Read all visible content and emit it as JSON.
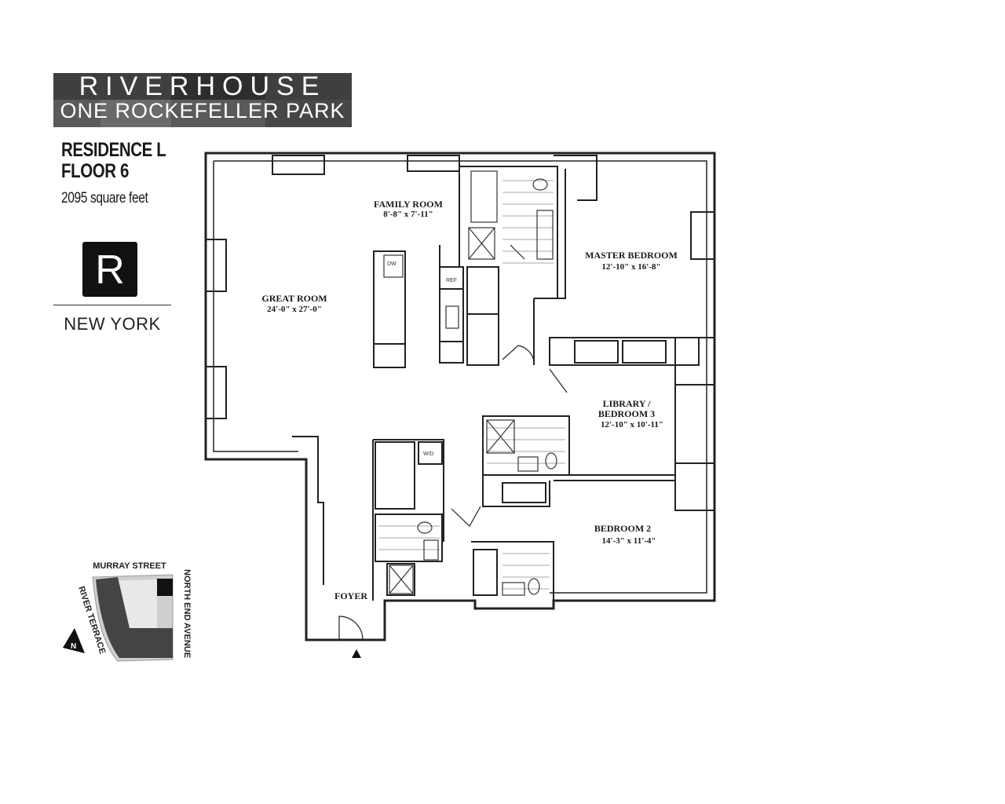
{
  "brand": {
    "title": "RIVERHOUSE",
    "subtitle": "ONE ROCKEFELLER PARK"
  },
  "residence": {
    "name": "RESIDENCE L",
    "floor": "FLOOR 6",
    "area": "2095 square feet"
  },
  "logo": {
    "letter": "R",
    "city": "NEW YORK"
  },
  "rooms": [
    {
      "name": "FAMILY ROOM",
      "dims": "8'-8\" x 7'-11\""
    },
    {
      "name": "GREAT ROOM",
      "dims": "24'-0\" x 27'-0\""
    },
    {
      "name": "MASTER BEDROOM",
      "dims": "12'-10\" x 16'-8\""
    },
    {
      "name": "LIBRARY /",
      "name2": "BEDROOM 3",
      "dims": "12'-10\" x 10'-11\""
    },
    {
      "name": "BEDROOM 2",
      "dims": "14'-3\" x 11'-4\""
    },
    {
      "name": "FOYER"
    }
  ],
  "appliances": {
    "dishwasher": "DW",
    "refrigerator": "REF",
    "washer_dryer": "W/D"
  },
  "site_map": {
    "streets": [
      "MURRAY STREET",
      "RIVER TERRACE",
      "NORTH END AVENUE"
    ],
    "north": "N"
  },
  "colors": {
    "wall": "#222222",
    "tile": "#9a9a9a",
    "brand_bg": "#4a4a4a"
  }
}
